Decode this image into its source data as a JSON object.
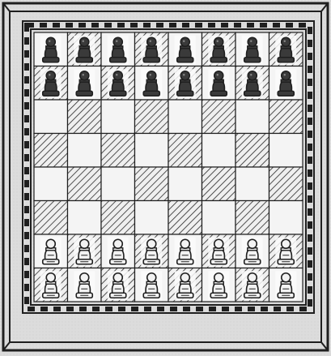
{
  "board": {
    "files": 8,
    "ranks": 8,
    "top_row_pieces": [
      "pawn",
      "pawn",
      "pawn",
      "pawn",
      "pawn",
      "pawn",
      "pawn",
      "pawn"
    ],
    "second_row_pieces": [
      "pawn",
      "pawn",
      "pawn",
      "pawn",
      "pawn",
      "pawn",
      "pawn",
      "pawn"
    ],
    "seventh_row_pieces": [
      "pawn",
      "pawn",
      "pawn",
      "pawn",
      "pawn",
      "pawn",
      "pawn",
      "pawn"
    ],
    "bottom_row_pieces": [
      "pawn",
      "pawn",
      "pawn",
      "pawn",
      "pawn",
      "pawn",
      "pawn",
      "pawn"
    ],
    "dark_side_rows": 2,
    "light_side_rows": 2
  },
  "colors": {
    "paper": "#d9d9d9",
    "ink": "#1f1f1f",
    "light_square": "#f4f4f4",
    "dark_square_hatch": "#2a2a2a",
    "dark_piece_fill": "#3a3a3a",
    "light_piece_fill": "#f2f2f2"
  }
}
